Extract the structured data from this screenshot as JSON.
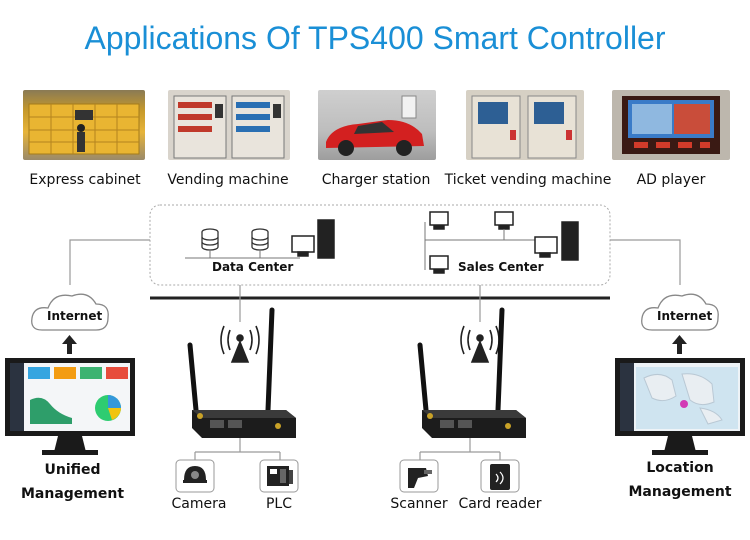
{
  "title": "Applications Of TPS400 Smart Controller",
  "applications": [
    {
      "label": "Express cabinet",
      "image": "express-cabinet-photo"
    },
    {
      "label": "Vending machine",
      "image": "vending-machine-photo"
    },
    {
      "label": "Charger station",
      "image": "charger-station-photo"
    },
    {
      "label": "Ticket vending machine",
      "image": "ticket-vending-machine-photo"
    },
    {
      "label": "AD player",
      "image": "ad-player-photo"
    }
  ],
  "network": {
    "data_center": "Data Center",
    "sales_center": "Sales Center",
    "internet_left": "Internet",
    "internet_right": "Internet"
  },
  "management": {
    "left_line1": "Unified",
    "left_line2": "Management",
    "right_line1": "Location",
    "right_line2": "Management"
  },
  "devices": {
    "camera": "Camera",
    "plc": "PLC",
    "scanner": "Scanner",
    "card_reader": "Card reader"
  },
  "colors": {
    "title": "#1a8fd6",
    "lines": "#9a9a9a",
    "device": "#222222"
  }
}
